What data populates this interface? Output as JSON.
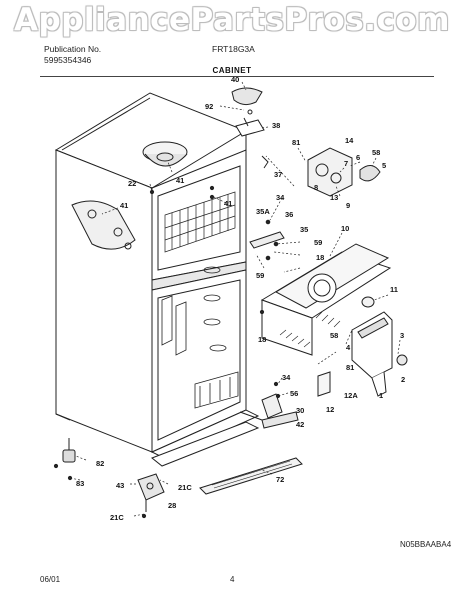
{
  "watermark": "AppliancePartsPros.com",
  "header": {
    "publication_label": "Publication No.",
    "publication_number": "5995354346",
    "model": "FRT18G3A",
    "section_title": "CABINET"
  },
  "footer": {
    "date": "06/01",
    "page": "4",
    "drawing_code": "N05BBAABA4"
  },
  "callouts": [
    {
      "id": "40",
      "label": "40"
    },
    {
      "id": "92",
      "label": "92"
    },
    {
      "id": "38",
      "label": "38"
    },
    {
      "id": "81a",
      "label": "81"
    },
    {
      "id": "14",
      "label": "14"
    },
    {
      "id": "6",
      "label": "6"
    },
    {
      "id": "58a",
      "label": "58"
    },
    {
      "id": "5",
      "label": "5"
    },
    {
      "id": "7",
      "label": "7"
    },
    {
      "id": "8",
      "label": "8"
    },
    {
      "id": "13",
      "label": "13"
    },
    {
      "id": "9",
      "label": "9"
    },
    {
      "id": "41a",
      "label": "41"
    },
    {
      "id": "37",
      "label": "37"
    },
    {
      "id": "22",
      "label": "22"
    },
    {
      "id": "41b",
      "label": "41"
    },
    {
      "id": "41c",
      "label": "41"
    },
    {
      "id": "34a",
      "label": "34"
    },
    {
      "id": "35A",
      "label": "35A"
    },
    {
      "id": "36",
      "label": "36"
    },
    {
      "id": "35",
      "label": "35"
    },
    {
      "id": "10",
      "label": "10"
    },
    {
      "id": "59a",
      "label": "59"
    },
    {
      "id": "59b",
      "label": "59"
    },
    {
      "id": "18a",
      "label": "18"
    },
    {
      "id": "11",
      "label": "11"
    },
    {
      "id": "4",
      "label": "4"
    },
    {
      "id": "58b",
      "label": "58"
    },
    {
      "id": "3",
      "label": "3"
    },
    {
      "id": "18b",
      "label": "18"
    },
    {
      "id": "2",
      "label": "2"
    },
    {
      "id": "81b",
      "label": "81"
    },
    {
      "id": "1",
      "label": "1"
    },
    {
      "id": "34b",
      "label": "34"
    },
    {
      "id": "56",
      "label": "56"
    },
    {
      "id": "12A",
      "label": "12A"
    },
    {
      "id": "12",
      "label": "12"
    },
    {
      "id": "30",
      "label": "30"
    },
    {
      "id": "42",
      "label": "42"
    },
    {
      "id": "82",
      "label": "82"
    },
    {
      "id": "83",
      "label": "83"
    },
    {
      "id": "72",
      "label": "72"
    },
    {
      "id": "21Ca",
      "label": "21C"
    },
    {
      "id": "43",
      "label": "43"
    },
    {
      "id": "28",
      "label": "28"
    },
    {
      "id": "21Cb",
      "label": "21C"
    }
  ]
}
